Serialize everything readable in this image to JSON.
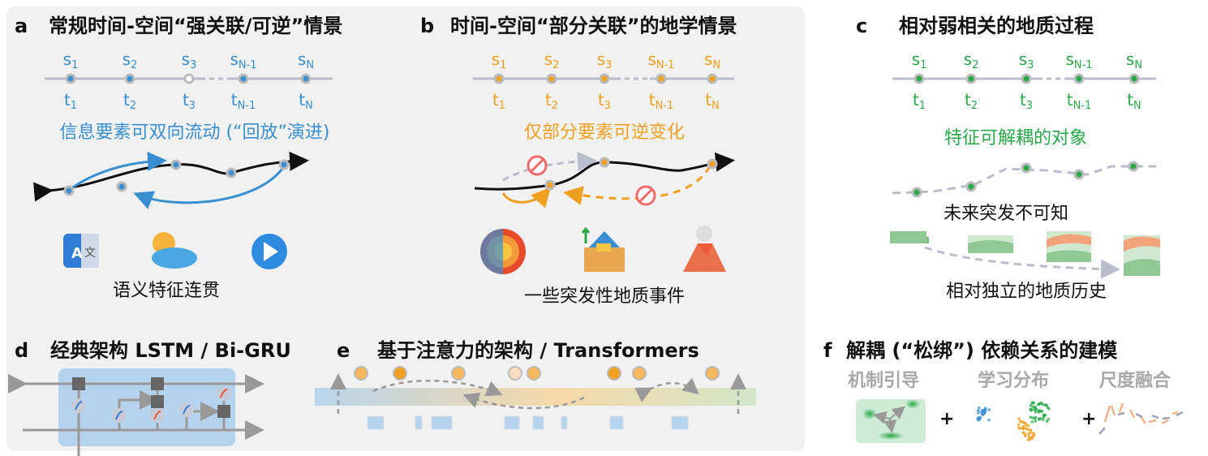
{
  "colors": {
    "blue": "#3a8fd0",
    "orange": "#f0a020",
    "green": "#2aa84a",
    "panel": "#f1f1f2",
    "gray_text": "#a8a8a8"
  },
  "panels": {
    "a": {
      "letter": "a",
      "title": "常规时间-空间“强关联/可逆”情景",
      "caption": "信息要素可双向流动 (“回放”演进)",
      "bottom": "语义特征连贯",
      "icons": [
        "translate-icon",
        "weather-icon",
        "play-icon"
      ]
    },
    "b": {
      "letter": "b",
      "title": "时间-空间“部分关联”的地学情景",
      "caption": "仅部分要素可逆变化",
      "bottom": "一些突发性地质事件",
      "icons": [
        "earth-layers-icon",
        "earthquake-house-icon",
        "volcano-icon"
      ]
    },
    "c": {
      "letter": "c",
      "title": "相对弱相关的地质过程",
      "caption": "特征可解耦的对象",
      "middle": "未来突发不可知",
      "bottom": "相对独立的地质历史"
    },
    "d": {
      "letter": "d",
      "title": "经典架构 LSTM / Bi-GRU"
    },
    "e": {
      "letter": "e",
      "title": "基于注意力的架构 / Transformers"
    },
    "f": {
      "letter": "f",
      "title": "解耦 (“松绑”) 依赖关系的建模",
      "labels": [
        "机制引导",
        "学习分布",
        "尺度融合"
      ],
      "plus": "+"
    }
  },
  "timeline": {
    "s": [
      {
        "b": "s",
        "sub": "1"
      },
      {
        "b": "s",
        "sub": "2"
      },
      {
        "b": "s",
        "sub": "3"
      },
      {
        "b": "s",
        "sub": "N-1"
      },
      {
        "b": "s",
        "sub": "N"
      }
    ],
    "t": [
      {
        "b": "t",
        "sub": "1"
      },
      {
        "b": "t",
        "sub": "2"
      },
      {
        "b": "t",
        "sub": "3"
      },
      {
        "b": "t",
        "sub": "N-1"
      },
      {
        "b": "t",
        "sub": "N"
      }
    ]
  }
}
